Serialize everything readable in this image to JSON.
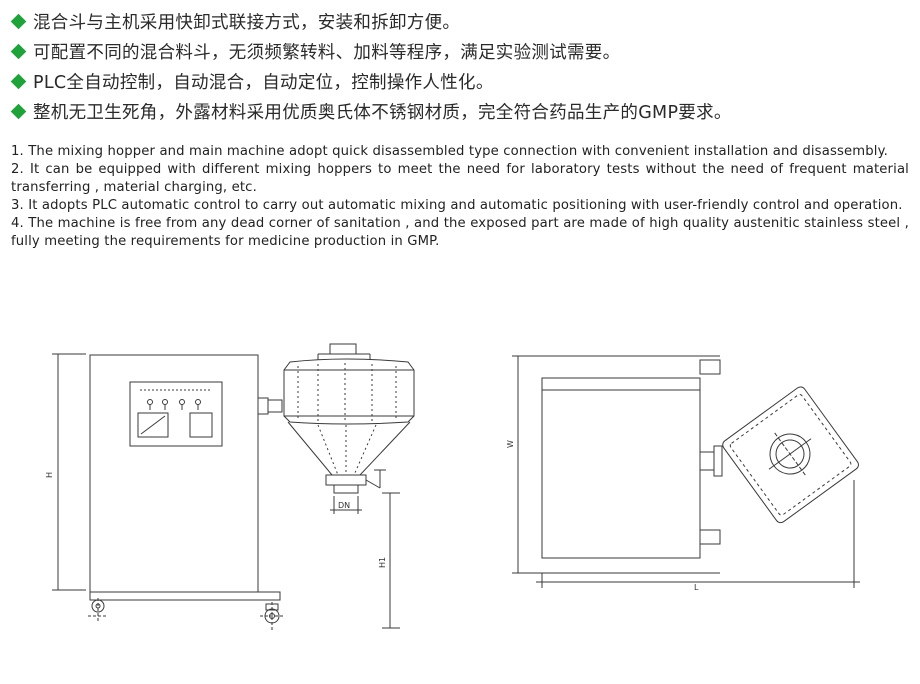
{
  "features_cn": [
    "混合斗与主机采用快卸式联接方式，安装和拆卸方便。",
    "可配置不同的混合料斗，无须频繁转料、加料等程序，满足实验测试需要。",
    "PLC全自动控制，自动混合，自动定位，控制操作人性化。",
    "整机无卫生死角，外露材料采用优质奥氏体不锈钢材质，完全符合药品生产的GMP要求。"
  ],
  "features_en": [
    "1. The mixing hopper and main machine adopt quick disassembled type connection with convenient installation and disassembly.",
    "2. It can be equipped with different mixing hoppers to meet the need for laboratory tests without the need of frequent material transferring , material charging, etc.",
    "3. It adopts PLC automatic control to carry out automatic mixing and automatic positioning with user-friendly control and operation.",
    "4. The machine is free from any dead corner of sanitation , and the exposed part are made of high quality austenitic stainless steel , fully meeting the requirements for medicine production in GMP."
  ],
  "drawing_labels": {
    "front_height": "H",
    "front_outlet_height": "H1",
    "front_outlet_dia": "DN",
    "top_width": "W",
    "top_length": "L"
  },
  "colors": {
    "bullet": "#1fa23a",
    "line": "#3a3a3a"
  }
}
